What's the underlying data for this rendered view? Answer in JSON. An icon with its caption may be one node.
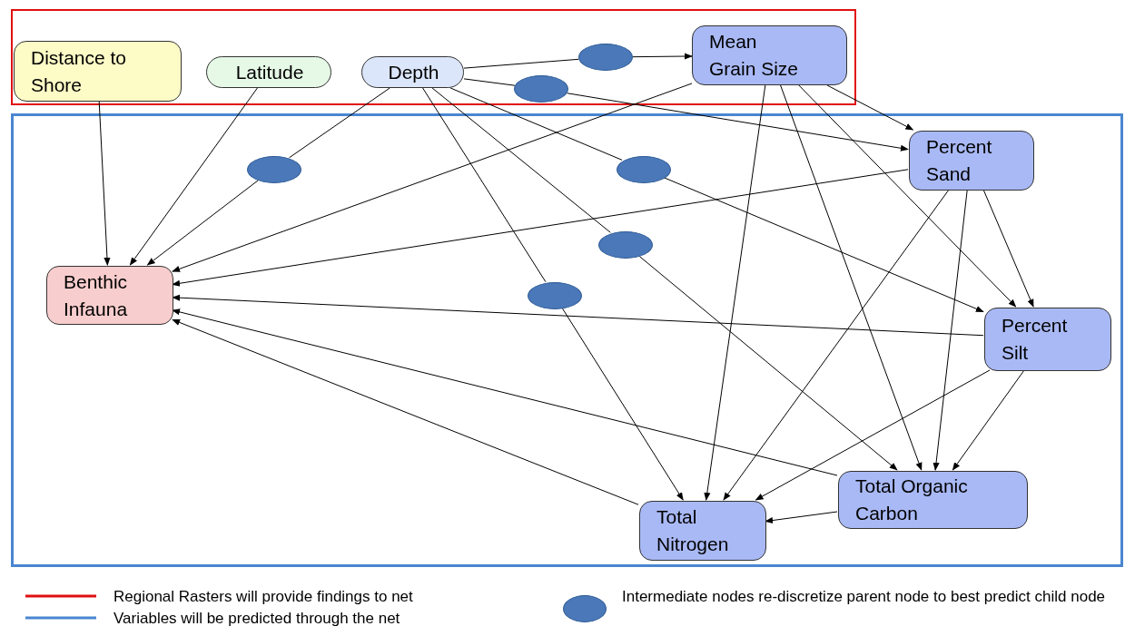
{
  "diagram": {
    "nodes": [
      {
        "text": [],
        "shape": "box"
      },
      {
        "text": [
          "Distance to Shore"
        ],
        "in": 0
      },
      {
        "text": [
          "Latitude"
        ],
        "in": 0
      },
      {
        "text": [
          "Depth"
        ],
        "in": 0
      },
      {
        "text": [],
        "shape": "circle",
        "in": 0
      },
      {
        "text": [],
        "shape": "circle",
        "in": 0
      },
      {
        "text": [
          "Mean Grain Size"
        ],
        "in": 0
      },
      {
        "text": [],
        "shape": "box"
      },
      {
        "text": [],
        "shape": "circle",
        "in": 7
      },
      {
        "text": [
          "Percent Sand"
        ],
        "in": 7
      },
      {
        "text": [],
        "shape": "circle",
        "in": 7
      },
      {
        "text": [],
        "shape": "circle",
        "in": 7
      },
      {
        "text": [
          "Benthic Infauna"
        ],
        "in": 7
      },
      {
        "text": [],
        "shape": "circle",
        "in": 7
      },
      {
        "text": [
          "Percent Silt"
        ],
        "in": 7
      },
      {
        "text": [
          "Total Organic Carbon"
        ],
        "in": 7
      },
      {
        "text": [
          "Total Nitrogen"
        ],
        "in": 7
      }
    ],
    "edges": [
      {
        "from": 1,
        "to": 12,
        "arrow": "to"
      },
      {
        "from": 2,
        "to": 12,
        "arrow": "to"
      },
      {
        "from": 3,
        "to": 8,
        "arrow": "none"
      },
      {
        "from": 8,
        "to": 12,
        "arrow": "to"
      },
      {
        "from": 3,
        "to": 4,
        "arrow": "none"
      },
      {
        "from": 4,
        "to": 6,
        "arrow": "to"
      },
      {
        "from": 3,
        "to": 5,
        "arrow": "none"
      },
      {
        "from": 5,
        "to": 9,
        "arrow": "to"
      },
      {
        "from": 3,
        "to": 10,
        "arrow": "none"
      },
      {
        "from": 10,
        "to": 14,
        "arrow": "to"
      },
      {
        "from": 3,
        "to": 11,
        "arrow": "none"
      },
      {
        "from": 11,
        "to": 15,
        "arrow": "to"
      },
      {
        "from": 3,
        "to": 13,
        "arrow": "none"
      },
      {
        "from": 13,
        "to": 16,
        "arrow": "to"
      },
      {
        "from": 6,
        "to": 12,
        "arrow": "to"
      },
      {
        "from": 6,
        "to": 9,
        "arrow": "to"
      },
      {
        "from": 6,
        "to": 16,
        "arrow": "to"
      },
      {
        "from": 6,
        "to": 15,
        "arrow": "to"
      },
      {
        "from": 6,
        "to": 14,
        "arrow": "to"
      },
      {
        "from": 9,
        "to": 12,
        "arrow": "to"
      },
      {
        "from": 9,
        "to": 16,
        "arrow": "to"
      },
      {
        "from": 9,
        "to": 15,
        "arrow": "to"
      },
      {
        "from": 9,
        "to": 14,
        "arrow": "to"
      },
      {
        "from": 14,
        "to": 12,
        "arrow": "to"
      },
      {
        "from": 14,
        "to": 16,
        "arrow": "to"
      },
      {
        "from": 14,
        "to": 15,
        "arrow": "to"
      },
      {
        "from": 15,
        "to": 12,
        "arrow": "to"
      },
      {
        "from": 16,
        "to": 12,
        "arrow": "to"
      },
      {
        "from": 15,
        "to": 16,
        "arrow": "to"
      }
    ],
    "legend": [
      {
        "text": "Regional Rasters will provide findings to net"
      },
      {
        "text": "Variables will be predicted through the net"
      },
      {
        "text": "Intermediate nodes re-discretize parent node to best predict child node"
      }
    ]
  }
}
